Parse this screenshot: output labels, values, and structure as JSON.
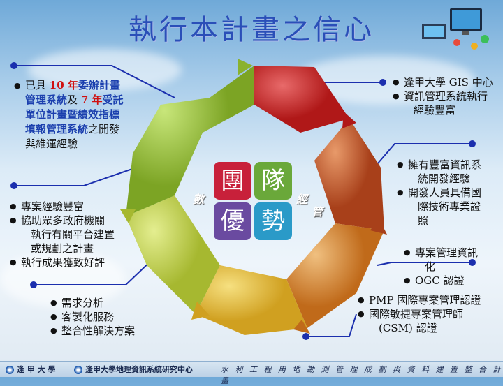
{
  "title": "執行本計畫之信心",
  "center": [
    "團",
    "隊",
    "優",
    "勢"
  ],
  "ghost_left": "數",
  "ghost_right": "管",
  "ghost_right_top": "經",
  "box_topleft": {
    "prefix": "已具",
    "num1": "10 年",
    "text1": "委辦計畫管理系統",
    "mid": "及",
    "num2": "7 年",
    "text2": "受託單位計畫暨績效指標填報管理系統",
    "suffix": "之開發與維運經驗"
  },
  "box_left": {
    "items": [
      "專案經驗豐富",
      "協助眾多政府機關",
      "執行有關平台建置",
      "或規劃之計畫",
      "執行成果獲致好評"
    ]
  },
  "box_bottomleft": {
    "items": [
      "需求分析",
      "客製化服務",
      "整合性解決方案"
    ]
  },
  "box_topright": {
    "items": [
      "逢甲大學 GIS 中心",
      "資訊管理系統執行",
      "經驗豐富"
    ]
  },
  "box_right1": {
    "items": [
      "擁有豐富資訊系",
      "統開發經驗",
      "開發人員具備國",
      "際技術專業證",
      "照"
    ]
  },
  "box_right2": {
    "items": [
      "專案管理資訊",
      "化",
      "OGC 認證"
    ]
  },
  "box_bottomright": {
    "items": [
      "PMP 國際專案管理認證",
      "國際敏捷專案管理師",
      "(CSM) 認證"
    ]
  },
  "footer": {
    "left1": "逢 甲 大 學",
    "left2": "逢甲大學地理資訊系統研究中心",
    "right": "水 利 工 程 用 地 勘 測 管 理 成 劃 與 資 料 建 置 整 合 計 畫"
  },
  "colors": {
    "title": "#2a4fb8",
    "line": "#1b2fae",
    "red": "#d01010"
  }
}
